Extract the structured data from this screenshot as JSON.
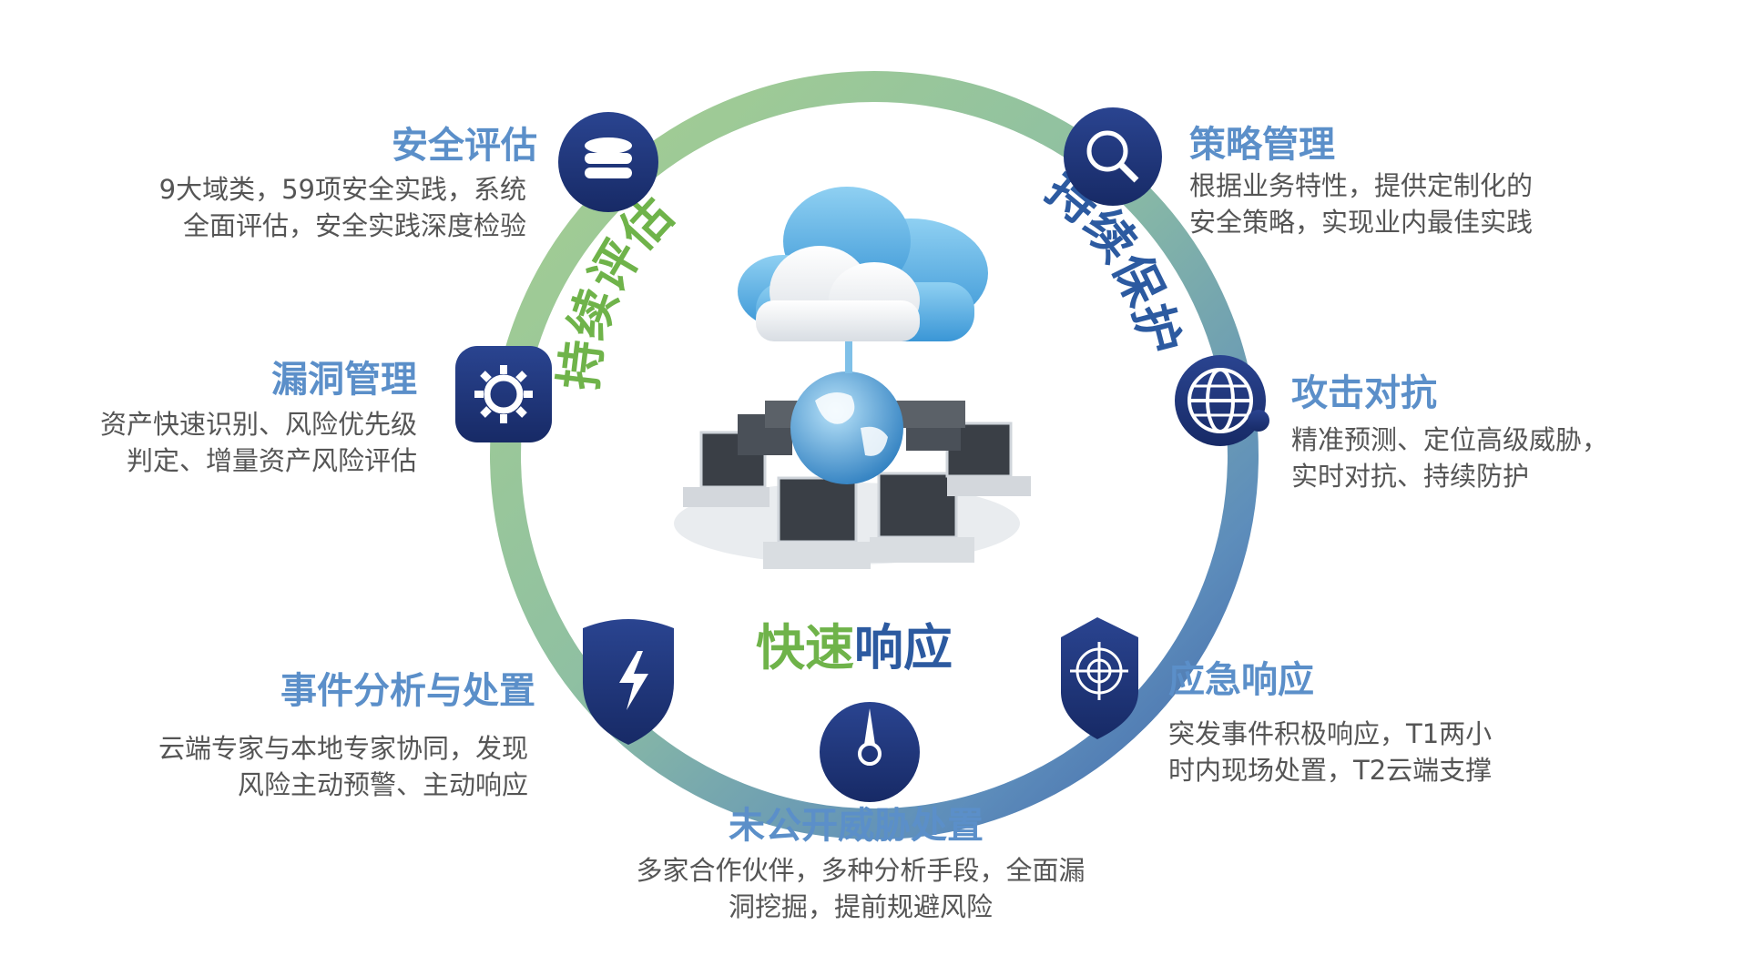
{
  "colors": {
    "ring_green": "#9cc98f",
    "ring_teal": "#5aa3a8",
    "ring_blue": "#4a6fb0",
    "icon_navy": "#1f3378",
    "title_blue": "#5b8fc9",
    "desc_gray": "#555555",
    "green_label": "#6fb34a",
    "blue_label": "#2c5aa0"
  },
  "ring_labels": {
    "left": "持续评估",
    "right": "持续保护",
    "bottom_part1": "快速",
    "bottom_part2": "响应"
  },
  "nodes": [
    {
      "id": "safety-assessment",
      "icon": "database-icon",
      "title": "安全评估",
      "desc": [
        "9大域类，59项安全实践，系统",
        "全面评估，安全实践深度检验"
      ]
    },
    {
      "id": "vulnerability-management",
      "icon": "gear-icon",
      "title": "漏洞管理",
      "desc": [
        "资产快速识别、风险优先级",
        "判定、增量资产风险评估"
      ]
    },
    {
      "id": "incident-analysis",
      "icon": "lightning-shield-icon",
      "title": "事件分析与处置",
      "desc": [
        "云端专家与本地专家协同，发现",
        "风险主动预警、主动响应"
      ]
    },
    {
      "id": "zero-day-response",
      "icon": "compass-icon",
      "title": "未公开威胁处置",
      "desc": [
        "多家合作伙伴，多种分析手段，全面漏",
        "洞挖掘，提前规避风险"
      ]
    },
    {
      "id": "emergency-response",
      "icon": "target-icon",
      "title": "应急响应",
      "desc": [
        "突发事件积极响应，T1两小",
        "时内现场处置，T2云端支撑"
      ]
    },
    {
      "id": "attack-defense",
      "icon": "globe-icon",
      "title": "攻击对抗",
      "desc": [
        "精准预测、定位高级威胁，",
        "实时对抗、持续防护"
      ]
    },
    {
      "id": "policy-management",
      "icon": "magnifier-icon",
      "title": "策略管理",
      "desc": [
        "根据业务特性，提供定制化的",
        "安全策略，实现业内最佳实践"
      ]
    }
  ]
}
